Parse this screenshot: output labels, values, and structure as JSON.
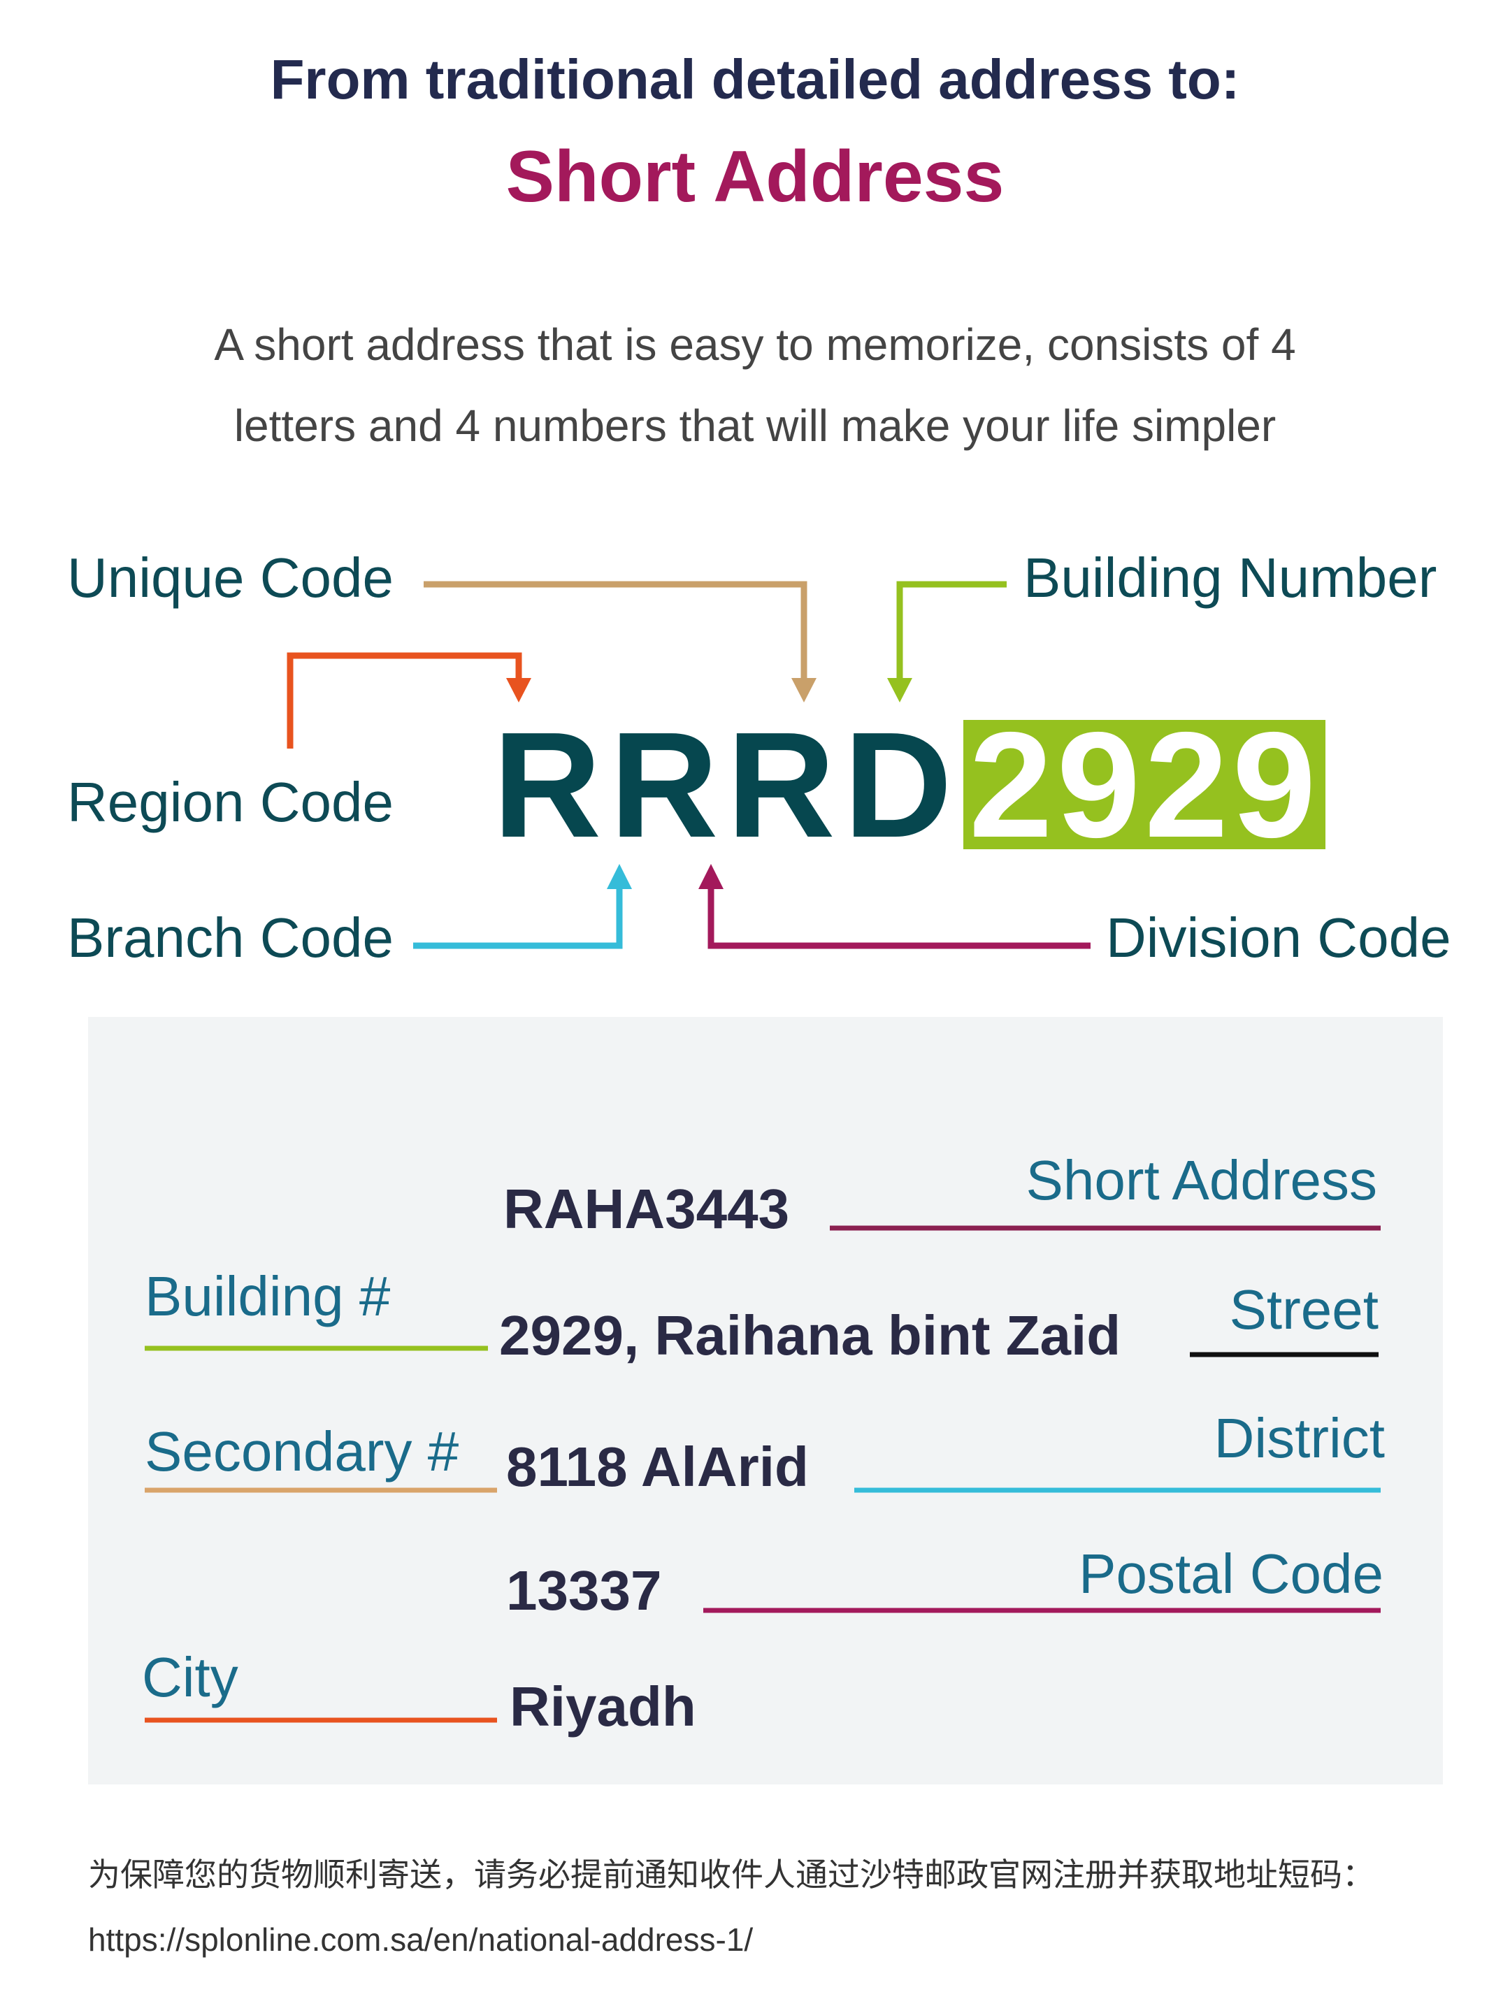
{
  "header": {
    "title_line1": "From traditional detailed address to:",
    "title_line2": "Short Address"
  },
  "intro": {
    "line1": "A short address that is easy to memorize, consists of 4",
    "line2": "letters and 4 numbers that will make your life simpler"
  },
  "diagram": {
    "code_letters": "RRRD",
    "code_digits": "2929",
    "labels": {
      "unique_code": "Unique Code",
      "building_number": "Building Number",
      "region_code": "Region Code",
      "branch_code": "Branch Code",
      "division_code": "Division Code"
    },
    "colors": {
      "region": "#e8531f",
      "unique": "#c9a06a",
      "building": "#95c11f",
      "branch": "#35bcd9",
      "division": "#a3195b"
    }
  },
  "example": {
    "short_address_label": "Short Address",
    "short_address": "RAHA3443",
    "building_label": "Building #",
    "street_value": "2929, Raihana bint Zaid",
    "street_label": "Street",
    "secondary_label": "Secondary #",
    "district_value": "8118 AlArid",
    "district_label": "District",
    "postal_value": "13337",
    "postal_label": "Postal Code",
    "city_label": "City",
    "city_value": "Riyadh"
  },
  "footer": {
    "note": "为保障您的货物顺利寄送，请务必提前通知收件人通过沙特邮政官网注册并获取地址短码：",
    "url": "https://splonline.com.sa/en/national-address-1/"
  }
}
